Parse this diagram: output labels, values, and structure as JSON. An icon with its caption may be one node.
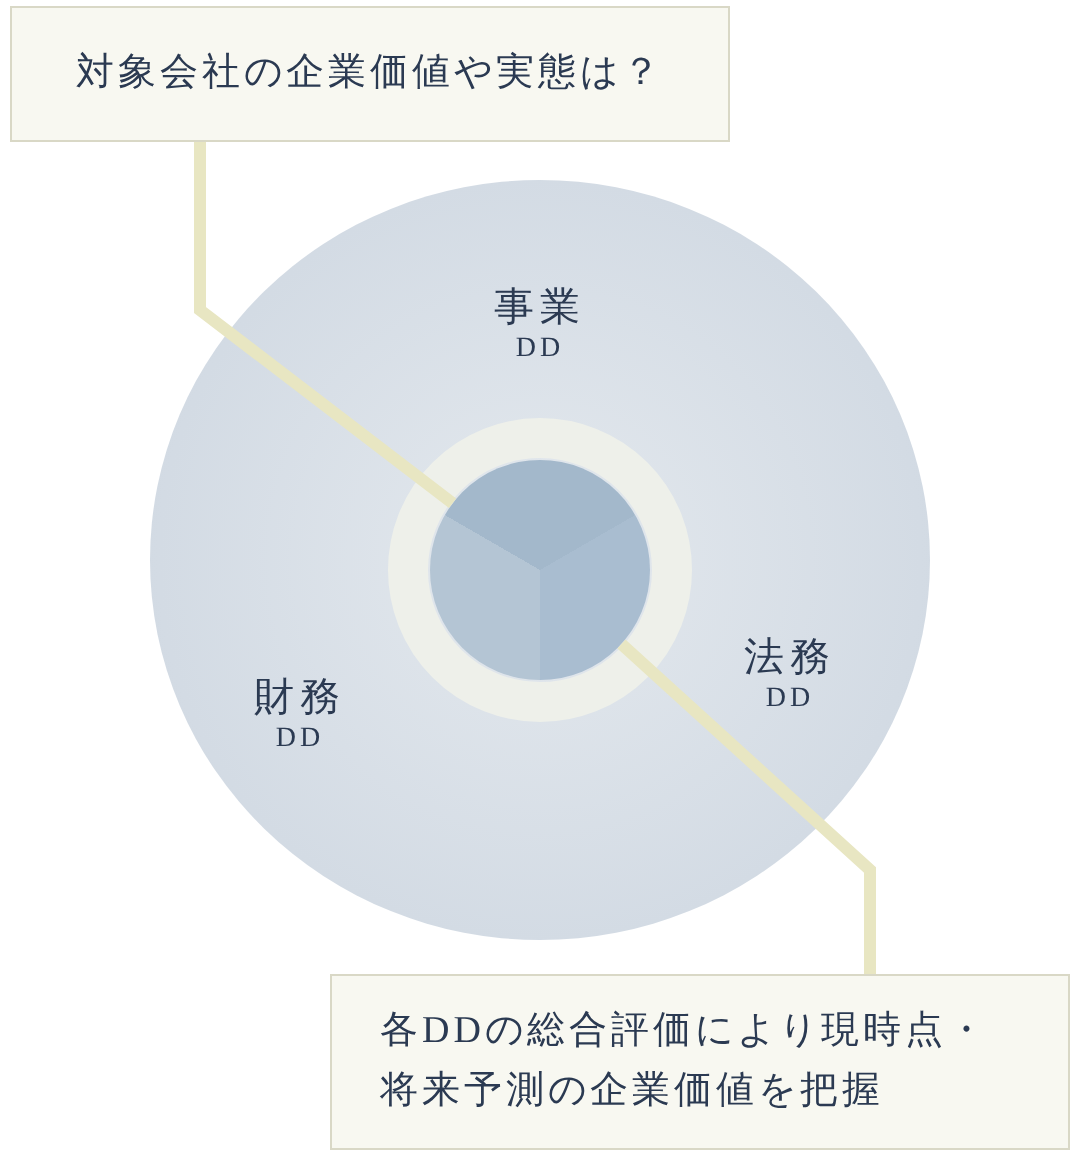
{
  "diagram": {
    "nodes": [
      {
        "text": [
          "対象会社の企業価値や実態は？"
        ]
      },
      {
        "text": [],
        "shape": "circle"
      },
      {
        "text": [
          "事業",
          "DD"
        ],
        "in": 1
      },
      {
        "text": [
          "財務",
          "DD"
        ],
        "in": 1
      },
      {
        "text": [
          "法務",
          "DD"
        ],
        "in": 1
      },
      {
        "text": [],
        "shape": "circle",
        "in": 1
      },
      {
        "text": [
          "各DDの総合評価により現時点・将来予測の企業価値を把握"
        ]
      }
    ],
    "edges": [
      {
        "from": 0,
        "to": 5,
        "arrow": "none"
      },
      {
        "from": 5,
        "to": 6,
        "arrow": "none"
      }
    ]
  }
}
